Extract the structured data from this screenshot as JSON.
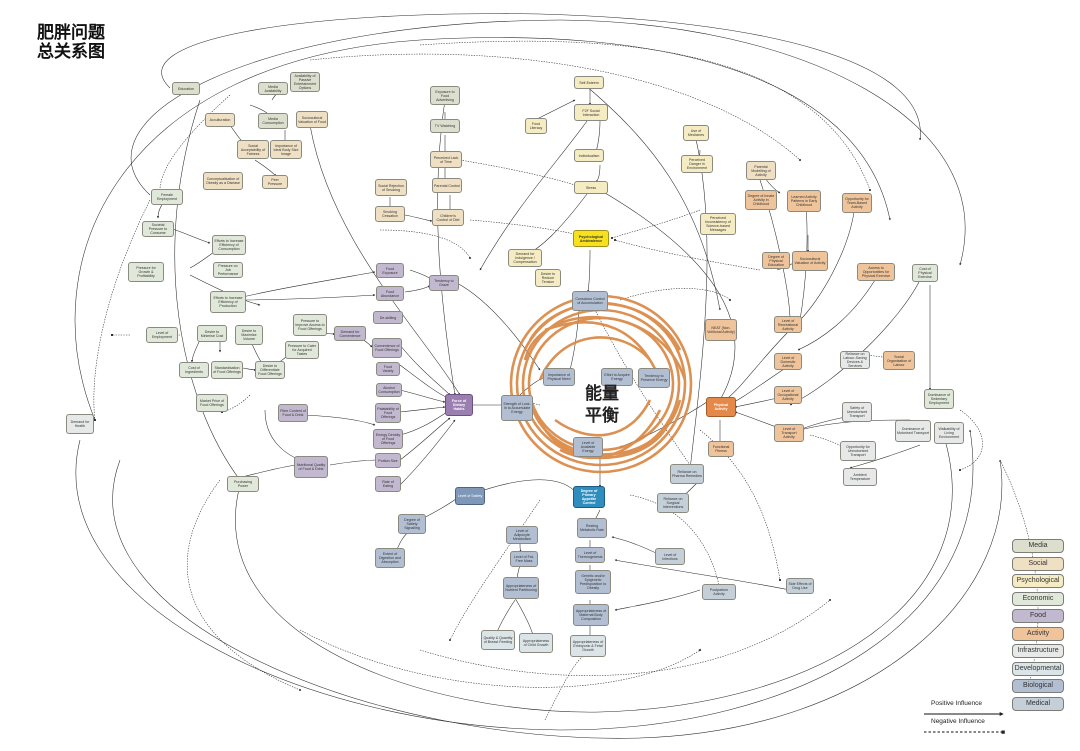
{
  "title": {
    "line1": "肥胖问题",
    "line2": "总关系图"
  },
  "center": {
    "line1": "能量",
    "line2": "平衡"
  },
  "influence": {
    "positive": "Positive Influence",
    "negative": "Negative Influence"
  },
  "legend": [
    "Media",
    "Social",
    "Psychological",
    "Economic",
    "Food",
    "Activity",
    "Infrastructure",
    "Developmental",
    "Biological",
    "Medical"
  ],
  "colors": {
    "media": "#dcdfcd",
    "social": "#efe0c3",
    "psychological": "#f5ecc3",
    "economic": "#e0e8d9",
    "food": "#c2b8cf",
    "activity": "#efc49b",
    "infrastructure": "#e7e8e8",
    "developmental": "#dbe4e7",
    "biological": "#b2bfd2",
    "medical": "#c4cfd8",
    "core_ring": "#d9853f"
  },
  "nodes": [
    {
      "id": "education",
      "label": "Education",
      "cat": "media"
    },
    {
      "id": "media-availability",
      "label": "Media Availability",
      "cat": "media"
    },
    {
      "id": "availability-passive",
      "label": "Availability of Passive Entertainment Options",
      "cat": "media"
    },
    {
      "id": "media-consumption",
      "label": "Media Consumption",
      "cat": "media"
    },
    {
      "id": "acculturation",
      "label": "Acculturation",
      "cat": "social"
    },
    {
      "id": "sociocultural-food",
      "label": "Sociocultural Valuation of Food",
      "cat": "social"
    },
    {
      "id": "social-acceptability",
      "label": "Social Acceptability of Fatness",
      "cat": "social"
    },
    {
      "id": "importance-body-image",
      "label": "Importance of Ideal Body Size Image",
      "cat": "social"
    },
    {
      "id": "conceptualisation-obesity",
      "label": "Conceptualisation of Obesity as a Disease",
      "cat": "social"
    },
    {
      "id": "peer-pressure",
      "label": "Peer Pressure",
      "cat": "social"
    },
    {
      "id": "exposure-advertising",
      "label": "Exposure to Food Advertising",
      "cat": "media"
    },
    {
      "id": "tv-watching",
      "label": "TV Watching",
      "cat": "media"
    },
    {
      "id": "perceived-lack-time",
      "label": "Perceived Lack of Time",
      "cat": "social"
    },
    {
      "id": "parental-control",
      "label": "Parental Control",
      "cat": "social"
    },
    {
      "id": "social-rejection-smoking",
      "label": "Social Rejection of Smoking",
      "cat": "social"
    },
    {
      "id": "smoking-cessation",
      "label": "Smoking Cessation",
      "cat": "social"
    },
    {
      "id": "childrens-control-diet",
      "label": "Children's Control of Diet",
      "cat": "social"
    },
    {
      "id": "food-literacy",
      "label": "Food Literacy",
      "cat": "psych"
    },
    {
      "id": "self-esteem",
      "label": "Self-Esteem",
      "cat": "psych"
    },
    {
      "id": "f2f-social",
      "label": "F2F Social Interaction",
      "cat": "psych"
    },
    {
      "id": "individualism",
      "label": "Individualism",
      "cat": "psych"
    },
    {
      "id": "stress",
      "label": "Stress",
      "cat": "psych"
    },
    {
      "id": "use-medicines",
      "label": "Use of Medicines",
      "cat": "psych"
    },
    {
      "id": "perceived-danger",
      "label": "Perceived Danger in Environment",
      "cat": "psych"
    },
    {
      "id": "parental-modelling",
      "label": "Parental Modelling of Activity",
      "cat": "social"
    },
    {
      "id": "degree-innate-activity",
      "label": "Degree of Innate Activity in Childhood",
      "cat": "activity"
    },
    {
      "id": "learned-activity",
      "label": "Learned Activity Patterns in Early Childhood",
      "cat": "activity"
    },
    {
      "id": "opportunity-team",
      "label": "Opportunity for Team-Based Activity",
      "cat": "activity"
    },
    {
      "id": "perceived-inconsistency",
      "label": "Perceived Inconsistency of Science-based Messages",
      "cat": "psych"
    },
    {
      "id": "psych-ambivalence",
      "label": "Psychological Ambivalence",
      "cat": "hl-yellow"
    },
    {
      "id": "demand-indulgence",
      "label": "Demand for Indulgence / Compensation",
      "cat": "psych"
    },
    {
      "id": "desire-reduce-tension",
      "label": "Desire to Reduce Tension",
      "cat": "psych"
    },
    {
      "id": "degree-physical-education",
      "label": "Degree of Physical Education",
      "cat": "activity"
    },
    {
      "id": "sociocultural-activity",
      "label": "Sociocultural Valuation of Activity",
      "cat": "activity"
    },
    {
      "id": "access-opportunities",
      "label": "Access to Opportunities for Physical Exercise",
      "cat": "activity"
    },
    {
      "id": "cost-exercise",
      "label": "Cost of Physical Exercise",
      "cat": "econ"
    },
    {
      "id": "female-employment",
      "label": "Female Employment",
      "cat": "econ"
    },
    {
      "id": "societal-pressure-consume",
      "label": "Societal Pressure to Consume",
      "cat": "econ"
    },
    {
      "id": "efforts-efficiency-consumption",
      "label": "Efforts to Increase Efficiency of Consumption",
      "cat": "econ"
    },
    {
      "id": "pressure-growth",
      "label": "Pressure for Growth & Profitability",
      "cat": "econ"
    },
    {
      "id": "pressure-job",
      "label": "Pressure on Job Performance",
      "cat": "econ"
    },
    {
      "id": "efforts-efficiency-production",
      "label": "Efforts to Increase Efficiency of Production",
      "cat": "econ"
    },
    {
      "id": "food-exposure",
      "label": "Food Exposure",
      "cat": "food"
    },
    {
      "id": "tendency-graze",
      "label": "Tendency to Graze",
      "cat": "food"
    },
    {
      "id": "food-abundance",
      "label": "Food Abundance",
      "cat": "food"
    },
    {
      "id": "de-skilling",
      "label": "De-skilling",
      "cat": "food"
    },
    {
      "id": "conscious-control",
      "label": "Conscious Control of Accumulation",
      "cat": "bio"
    },
    {
      "id": "neat",
      "label": "NEAT (Non-Volitional Activity)",
      "cat": "activity"
    },
    {
      "id": "level-recreational",
      "label": "Level of Recreational Activity",
      "cat": "activity"
    },
    {
      "id": "level-domestic",
      "label": "Level of Domestic Activity",
      "cat": "activity"
    },
    {
      "id": "reliance-labour",
      "label": "Reliance on Labour-Saving Devices & Services",
      "cat": "infra"
    },
    {
      "id": "social-organisation",
      "label": "Social Organisation of Labour",
      "cat": "activity"
    },
    {
      "id": "level-of-employment",
      "label": "Level of Employment",
      "cat": "econ"
    },
    {
      "id": "desire-minimise-cost",
      "label": "Desire to Minimise Cost",
      "cat": "econ"
    },
    {
      "id": "desire-maximise-volume",
      "label": "Desire to Maximise Volume",
      "cat": "econ"
    },
    {
      "id": "pressure-improve-access",
      "label": "Pressure to Improve Access to Food Offerings",
      "cat": "econ"
    },
    {
      "id": "pressure-cater",
      "label": "Pressure to Cater for Acquired Tastes",
      "cat": "econ"
    },
    {
      "id": "demand-convenience",
      "label": "Demand for Convenience",
      "cat": "food"
    },
    {
      "id": "convenience-food",
      "label": "Convenience of Food Offerings",
      "cat": "food"
    },
    {
      "id": "cost-ingredients",
      "label": "Cost of Ingredients",
      "cat": "econ"
    },
    {
      "id": "standardisation",
      "label": "Standardisation of Food Offerings",
      "cat": "econ"
    },
    {
      "id": "desire-differentiate",
      "label": "Desire to Differentiate Food Offerings",
      "cat": "econ"
    },
    {
      "id": "food-variety",
      "label": "Food Variety",
      "cat": "food"
    },
    {
      "id": "alcohol",
      "label": "Alcohol Consumption",
      "cat": "food"
    },
    {
      "id": "market-price",
      "label": "Market Price of Food Offerings",
      "cat": "econ"
    },
    {
      "id": "force-dietary-habits",
      "label": "Force of Dietary Habits",
      "cat": "hl-purple"
    },
    {
      "id": "importance-physical-need",
      "label": "Importance of Physical Need",
      "cat": "bio"
    },
    {
      "id": "effort-acquire-energy",
      "label": "Effort to Acquire Energy",
      "cat": "bio"
    },
    {
      "id": "tendency-preserve",
      "label": "Tendency to Preserve Energy",
      "cat": "bio"
    },
    {
      "id": "strength-lock-in",
      "label": "Strength of Lock-In to Accumulate Energy",
      "cat": "bio"
    },
    {
      "id": "physical-activity",
      "label": "Physical Activity",
      "cat": "hl-orange"
    },
    {
      "id": "level-occupational",
      "label": "Level of Occupational Activity",
      "cat": "activity"
    },
    {
      "id": "safety-unmotorised",
      "label": "Safety of Unmotorised Transport",
      "cat": "infra"
    },
    {
      "id": "dominance-sedentary",
      "label": "Dominance of Sedentary Employment",
      "cat": "econ"
    },
    {
      "id": "demand-health",
      "label": "Demand for Health",
      "cat": "infra"
    },
    {
      "id": "fibre-content",
      "label": "Fibre Content of Food & Drink",
      "cat": "food"
    },
    {
      "id": "palatability",
      "label": "Palatability of Food Offerings",
      "cat": "food"
    },
    {
      "id": "energy-density",
      "label": "Energy Density of Food Offerings",
      "cat": "food"
    },
    {
      "id": "level-available-energy",
      "label": "Level of Available Energy",
      "cat": "bio"
    },
    {
      "id": "functional-fitness",
      "label": "Functional Fitness",
      "cat": "activity"
    },
    {
      "id": "level-transport",
      "label": "Level of Transport Activity",
      "cat": "activity"
    },
    {
      "id": "opportunity-unmotorised",
      "label": "Opportunity for Unmotorised Transport",
      "cat": "infra"
    },
    {
      "id": "dominance-motorised",
      "label": "Dominance of Motorised Transport",
      "cat": "infra"
    },
    {
      "id": "walkability",
      "label": "Walkability of Living Environment",
      "cat": "infra"
    },
    {
      "id": "nutritional-quality",
      "label": "Nutritional Quality of Food & Drink",
      "cat": "food"
    },
    {
      "id": "portion-size",
      "label": "Portion Size",
      "cat": "food"
    },
    {
      "id": "rate-eating",
      "label": "Rate of Eating",
      "cat": "food"
    },
    {
      "id": "reliance-pharma",
      "label": "Reliance on Pharma Remedies",
      "cat": "medical"
    },
    {
      "id": "ambient-temperature",
      "label": "Ambient Temperature",
      "cat": "infra"
    },
    {
      "id": "purchasing-power",
      "label": "Purchasing Power",
      "cat": "econ"
    },
    {
      "id": "level-satiety",
      "label": "Level of Satiety",
      "cat": "hl-steel"
    },
    {
      "id": "primary-appetite",
      "label": "Degree of Primary Appetite Control",
      "cat": "hl-blue"
    },
    {
      "id": "reliance-surgical",
      "label": "Reliance on Surgical Interventions",
      "cat": "medical"
    },
    {
      "id": "degree-satiety-signalling",
      "label": "Degree of Satiety Signalling",
      "cat": "bio"
    },
    {
      "id": "level-adipocyte",
      "label": "Level of Adipocyte Metabolism",
      "cat": "bio"
    },
    {
      "id": "resting-metabolic",
      "label": "Resting Metabolic Rate",
      "cat": "bio"
    },
    {
      "id": "level-infections",
      "label": "Level of Infections",
      "cat": "medical"
    },
    {
      "id": "extent-digestion",
      "label": "Extent of Digestion and Absorption",
      "cat": "bio"
    },
    {
      "id": "level-fat-free",
      "label": "Level of Fat-Free Mass",
      "cat": "bio"
    },
    {
      "id": "level-thermogenesis",
      "label": "Level of Thermogenesis",
      "cat": "bio"
    },
    {
      "id": "genetic-epigenetic",
      "label": "Genetic and/or Epigenetic Predisposition to Obesity",
      "cat": "bio"
    },
    {
      "id": "appropriateness-partitioning",
      "label": "Appropriateness of Nutrient Partitioning",
      "cat": "bio"
    },
    {
      "id": "postpartum-activity",
      "label": "Postpartum Activity",
      "cat": "medical"
    },
    {
      "id": "side-effects-drugs",
      "label": "Side Effects of Drug Use",
      "cat": "medical"
    },
    {
      "id": "appropriateness-body-comp",
      "label": "Appropriateness of Maternal Body Composition",
      "cat": "bio"
    },
    {
      "id": "quality-quantity-feeding",
      "label": "Quality & Quantity of Breast Feeding",
      "cat": "dev"
    },
    {
      "id": "appropriateness-child-growth",
      "label": "Appropriateness of Child Growth",
      "cat": "dev"
    },
    {
      "id": "appropriateness-embryonic",
      "label": "Appropriateness of Embryonic & Fetal Growth",
      "cat": "dev"
    }
  ]
}
